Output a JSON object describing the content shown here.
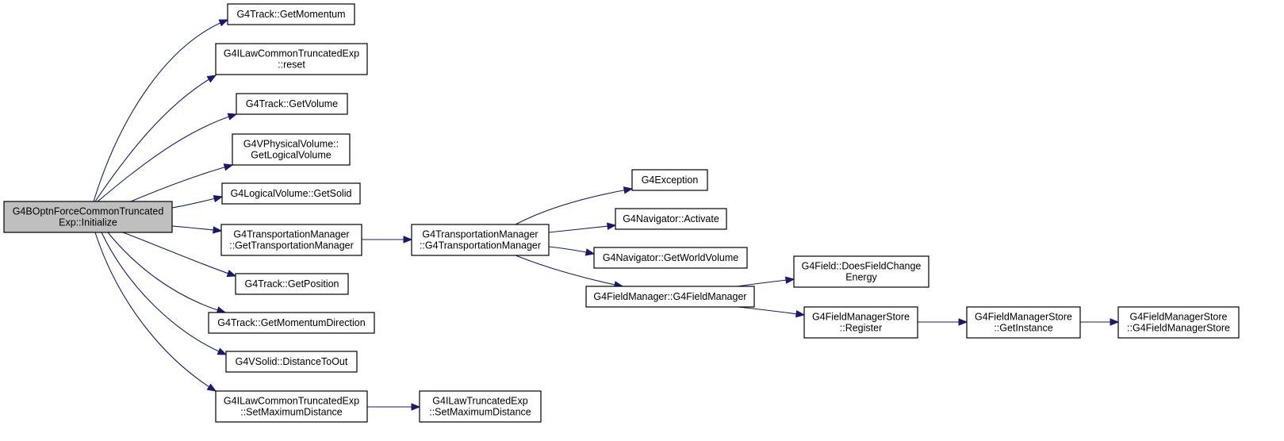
{
  "graph": {
    "nodes": [
      {
        "id": "root",
        "lines": [
          "G4BOptnForceCommonTruncated",
          "Exp::Initialize"
        ],
        "root": true
      },
      {
        "id": "track_getmomentum",
        "lines": [
          "G4Track::GetMomentum"
        ]
      },
      {
        "id": "ilaw_reset",
        "lines": [
          "G4ILawCommonTruncatedExp",
          "::reset"
        ]
      },
      {
        "id": "track_getvolume",
        "lines": [
          "G4Track::GetVolume"
        ]
      },
      {
        "id": "vphys_getlogical",
        "lines": [
          "G4VPhysicalVolume::",
          "GetLogicalVolume"
        ]
      },
      {
        "id": "logical_getsolid",
        "lines": [
          "G4LogicalVolume::GetSolid"
        ]
      },
      {
        "id": "transmgr_gettransmgr",
        "lines": [
          "G4TransportationManager",
          "::GetTransportationManager"
        ]
      },
      {
        "id": "track_getposition",
        "lines": [
          "G4Track::GetPosition"
        ]
      },
      {
        "id": "track_getmomdir",
        "lines": [
          "G4Track::GetMomentumDirection"
        ]
      },
      {
        "id": "vsolid_distout",
        "lines": [
          "G4VSolid::DistanceToOut"
        ]
      },
      {
        "id": "ilaw_setmaxdist",
        "lines": [
          "G4ILawCommonTruncatedExp",
          "::SetMaximumDistance"
        ]
      },
      {
        "id": "ilawtrunc_setmaxdist",
        "lines": [
          "G4ILawTruncatedExp",
          "::SetMaximumDistance"
        ]
      },
      {
        "id": "transmgr_ctor",
        "lines": [
          "G4TransportationManager",
          "::G4TransportationManager"
        ]
      },
      {
        "id": "g4exception",
        "lines": [
          "G4Exception"
        ]
      },
      {
        "id": "nav_activate",
        "lines": [
          "G4Navigator::Activate"
        ]
      },
      {
        "id": "nav_getworld",
        "lines": [
          "G4Navigator::GetWorldVolume"
        ]
      },
      {
        "id": "fieldmgr_ctor",
        "lines": [
          "G4FieldManager::G4FieldManager"
        ]
      },
      {
        "id": "field_doeschange",
        "lines": [
          "G4Field::DoesFieldChange",
          "Energy"
        ]
      },
      {
        "id": "fmstore_register",
        "lines": [
          "G4FieldManagerStore",
          "::Register"
        ]
      },
      {
        "id": "fmstore_getinstance",
        "lines": [
          "G4FieldManagerStore",
          "::GetInstance"
        ]
      },
      {
        "id": "fmstore_ctor",
        "lines": [
          "G4FieldManagerStore",
          "::G4FieldManagerStore"
        ]
      }
    ],
    "edges": [
      {
        "from": "root",
        "to": "track_getmomentum"
      },
      {
        "from": "root",
        "to": "ilaw_reset"
      },
      {
        "from": "root",
        "to": "track_getvolume"
      },
      {
        "from": "root",
        "to": "vphys_getlogical"
      },
      {
        "from": "root",
        "to": "logical_getsolid"
      },
      {
        "from": "root",
        "to": "transmgr_gettransmgr"
      },
      {
        "from": "root",
        "to": "track_getposition"
      },
      {
        "from": "root",
        "to": "track_getmomdir"
      },
      {
        "from": "root",
        "to": "vsolid_distout"
      },
      {
        "from": "root",
        "to": "ilaw_setmaxdist"
      },
      {
        "from": "ilaw_setmaxdist",
        "to": "ilawtrunc_setmaxdist"
      },
      {
        "from": "transmgr_gettransmgr",
        "to": "transmgr_ctor"
      },
      {
        "from": "transmgr_ctor",
        "to": "g4exception"
      },
      {
        "from": "transmgr_ctor",
        "to": "nav_activate"
      },
      {
        "from": "transmgr_ctor",
        "to": "nav_getworld"
      },
      {
        "from": "transmgr_ctor",
        "to": "fieldmgr_ctor"
      },
      {
        "from": "fieldmgr_ctor",
        "to": "field_doeschange"
      },
      {
        "from": "fieldmgr_ctor",
        "to": "fmstore_register"
      },
      {
        "from": "fmstore_register",
        "to": "fmstore_getinstance"
      },
      {
        "from": "fmstore_getinstance",
        "to": "fmstore_ctor"
      }
    ]
  },
  "colors": {
    "edge": "#191970",
    "root_fill": "#bfbfbf",
    "node_fill": "#ffffff",
    "node_stroke": "#000000"
  }
}
